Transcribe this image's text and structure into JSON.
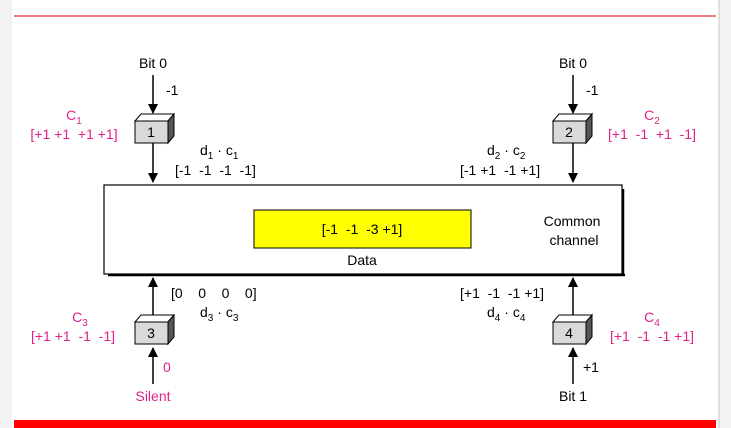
{
  "colors": {
    "rule": "#e00000",
    "code_text": "#e0218a",
    "data_box": "#ffff00",
    "station_box": "#d9d9d9"
  },
  "stations": [
    {
      "id": "1",
      "input_label": "Bit 0",
      "input_value": "-1",
      "code_name": "C",
      "code_sub": "1",
      "code": "[+1 +1  +1 +1]",
      "product_d": "d",
      "product_d_sub": "1",
      "product_c": "c",
      "product_c_sub": "1",
      "product_value": "[-1  -1  -1  -1]"
    },
    {
      "id": "2",
      "input_label": "Bit 0",
      "input_value": "-1",
      "code_name": "C",
      "code_sub": "2",
      "code": "[+1  -1  +1  -1]",
      "product_d": "d",
      "product_d_sub": "2",
      "product_c": "c",
      "product_c_sub": "2",
      "product_value": "[-1 +1  -1 +1]"
    },
    {
      "id": "3",
      "input_label": "Silent",
      "input_value": "0",
      "code_name": "C",
      "code_sub": "3",
      "code": "[+1 +1  -1  -1]",
      "product_d": "d",
      "product_d_sub": "3",
      "product_c": "c",
      "product_c_sub": "3",
      "product_value": "[0    0    0    0]"
    },
    {
      "id": "4",
      "input_label": "Bit 1",
      "input_value": "+1",
      "code_name": "C",
      "code_sub": "4",
      "code": "[+1  -1  -1 +1]",
      "product_d": "d",
      "product_d_sub": "4",
      "product_c": "c",
      "product_c_sub": "4",
      "product_value": "[+1  -1  -1 +1]"
    }
  ],
  "channel": {
    "label_line1": "Common",
    "label_line2": "channel",
    "data_value": "[-1  -1  -3 +1]",
    "data_label": "Data"
  }
}
